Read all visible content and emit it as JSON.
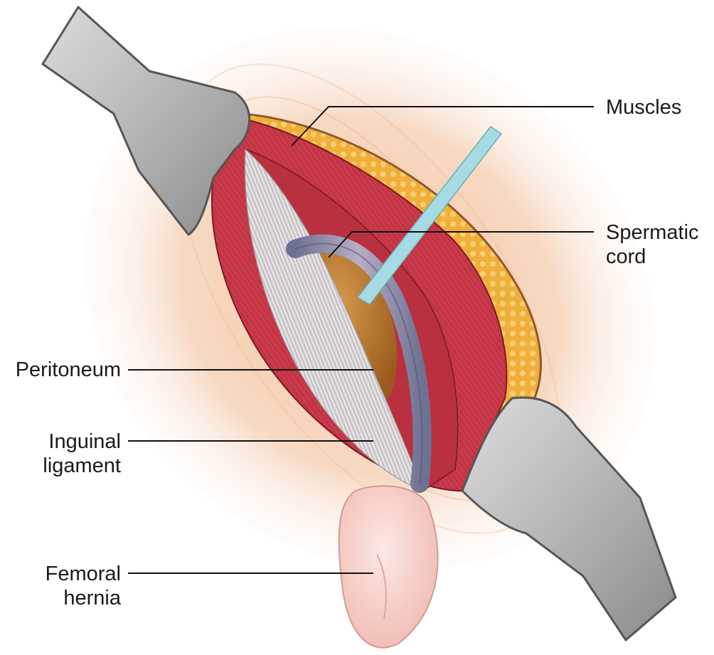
{
  "figure": {
    "colors": {
      "skin": "#f3c9a8",
      "skin_edge": "#e0a580",
      "retractor": "#bdbdbd",
      "retractor_dark": "#8c8c8c",
      "muscle": "#c9394a",
      "muscle_dark": "#8e1f2c",
      "fat": "#f0ae3a",
      "ligament": "#d9d6d8",
      "peritoneum": "#b9742b",
      "cord": "#8f8fae",
      "ribbon": "#a7dbe3",
      "hernia": "#f6cdc6",
      "leader": "#111111"
    },
    "labels": {
      "muscles": {
        "line1": "Muscles"
      },
      "spermatic_cord": {
        "line1": "Spermatic",
        "line2": "cord"
      },
      "peritoneum": {
        "line1": "Peritoneum"
      },
      "inguinal_ligament": {
        "line1": "Inguinal",
        "line2": "ligament"
      },
      "femoral_hernia": {
        "line1": "Femoral",
        "line2": "hernia"
      }
    }
  }
}
